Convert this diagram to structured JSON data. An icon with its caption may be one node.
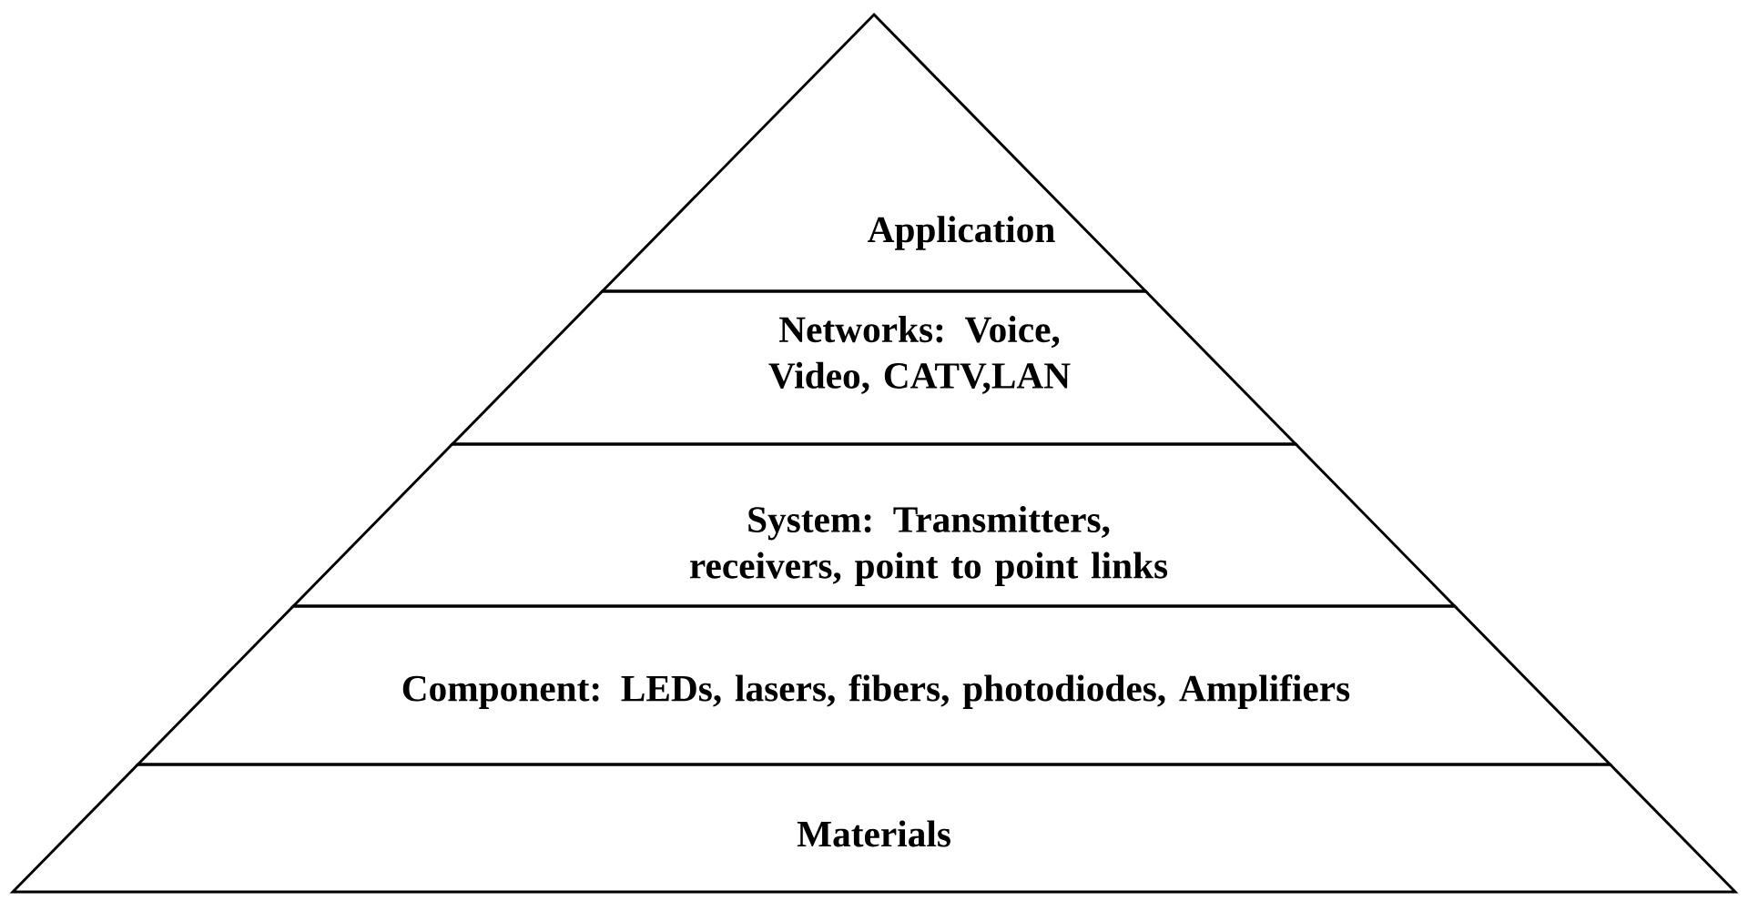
{
  "diagram": {
    "nodes": [
      {
        "text": [
          "Application"
        ]
      },
      {
        "text": [
          "Networks: Voice, Video, CATV,LAN"
        ]
      },
      {
        "text": [
          "System: Transmitters, receivers, point to point links"
        ]
      },
      {
        "text": [
          "Component: LEDs, lasers, fibers, photodiodes, Amplifiers"
        ]
      },
      {
        "text": [
          "Materials"
        ]
      }
    ]
  }
}
